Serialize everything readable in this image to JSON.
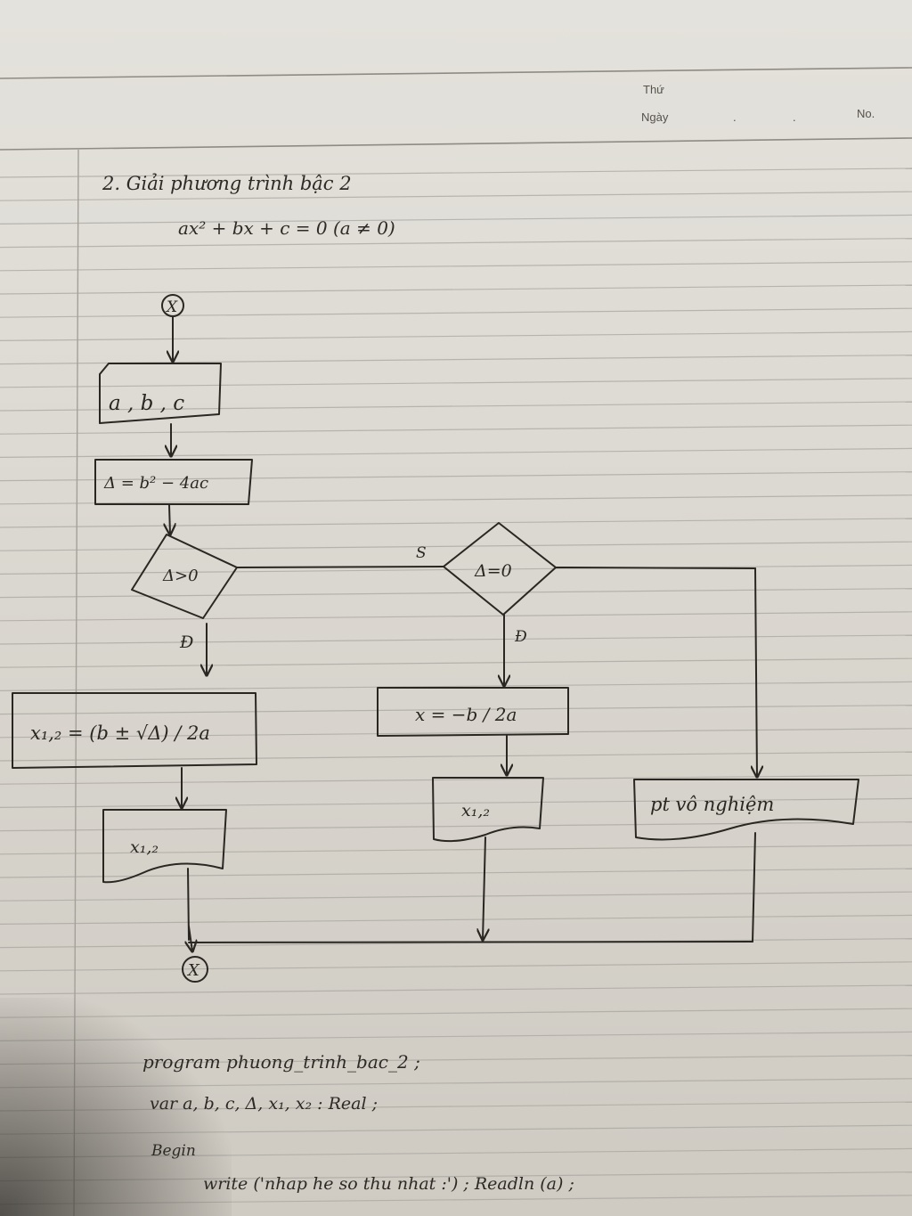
{
  "header": {
    "day_label": "Thứ",
    "date_label": "Ngày",
    "no_label": "No."
  },
  "title": {
    "line1": "2. Giải phương trình bậc 2",
    "line2": "ax² + bx + c = 0   (a ≠ 0)"
  },
  "flowchart": {
    "start_symbol": "X",
    "end_symbol": "X",
    "input_box": "a , b , c",
    "delta_box": "Δ = b² − 4ac",
    "cond1": "Δ>0",
    "cond2": "Δ=0",
    "branch_s": "S",
    "branch_true1": "Đ",
    "branch_true2": "Đ",
    "calc_two_roots": "x₁,₂ = (b ± √Δ) / 2a",
    "output_two_roots": "x₁,₂",
    "calc_one_root": "x = −b / 2a",
    "output_one_root": "x₁,₂",
    "no_solution": "pt vô nghiệm"
  },
  "code": {
    "line1": "program   phuong_trinh_bac_2 ;",
    "line2": "var   a, b, c, Δ, x₁, x₂ : Real ;",
    "line3": "Begin",
    "line4": "write ('nhap he so thu nhat :') ; Readln (a) ;"
  }
}
